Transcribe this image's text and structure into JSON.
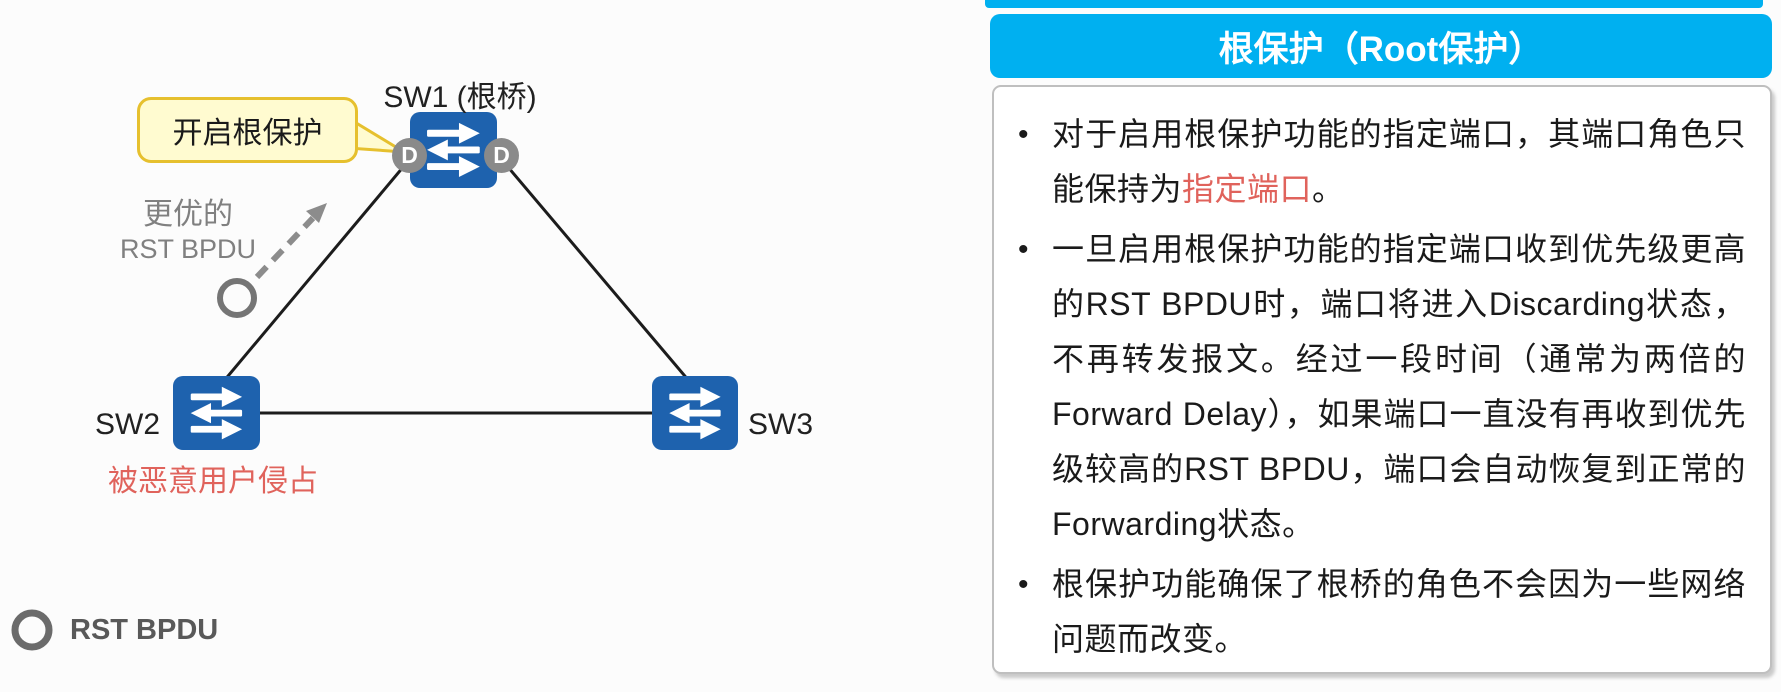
{
  "diagram": {
    "sw1": {
      "label": "SW1 (根桥)",
      "port_left": "D",
      "port_right": "D"
    },
    "sw2": {
      "label": "SW2",
      "warning": "被恶意用户侵占"
    },
    "sw3": {
      "label": "SW3"
    },
    "callout": "开启根保护",
    "bpdu_note": {
      "line1": "更优的",
      "line2": "RST BPDU"
    },
    "legend": {
      "label": "RST BPDU"
    }
  },
  "panel": {
    "title": "根保护（Root保护）",
    "bullets": [
      {
        "segments": [
          {
            "text": "对于启用根保护功能的指定端口，其端口角色只能保持为",
            "red": false
          },
          {
            "text": "指定端口",
            "red": true
          },
          {
            "text": "。",
            "red": false
          }
        ]
      },
      {
        "segments": [
          {
            "text": "一旦启用根保护功能的指定端口收到优先级更高的RST BPDU时，端口将进入Discarding状态，不再转发报文。经过一段时间（通常为两倍的Forward Delay），如果端口一直没有再收到优先级较高的RST BPDU，端口会自动恢复到正常的Forwarding状态。",
            "red": false
          }
        ]
      },
      {
        "segments": [
          {
            "text": "根保护功能确保了根桥的角色不会因为一些网络问题而改变。",
            "red": false
          }
        ]
      }
    ]
  },
  "colors": {
    "accent_cyan": "#00b0f0",
    "switch_blue": "#1e62ae",
    "warning_red": "#e0635c",
    "note_gray": "#808080",
    "callout_bg": "#fffbd0",
    "callout_border": "#e6c02e",
    "port_gray": "#8a8a8a"
  }
}
